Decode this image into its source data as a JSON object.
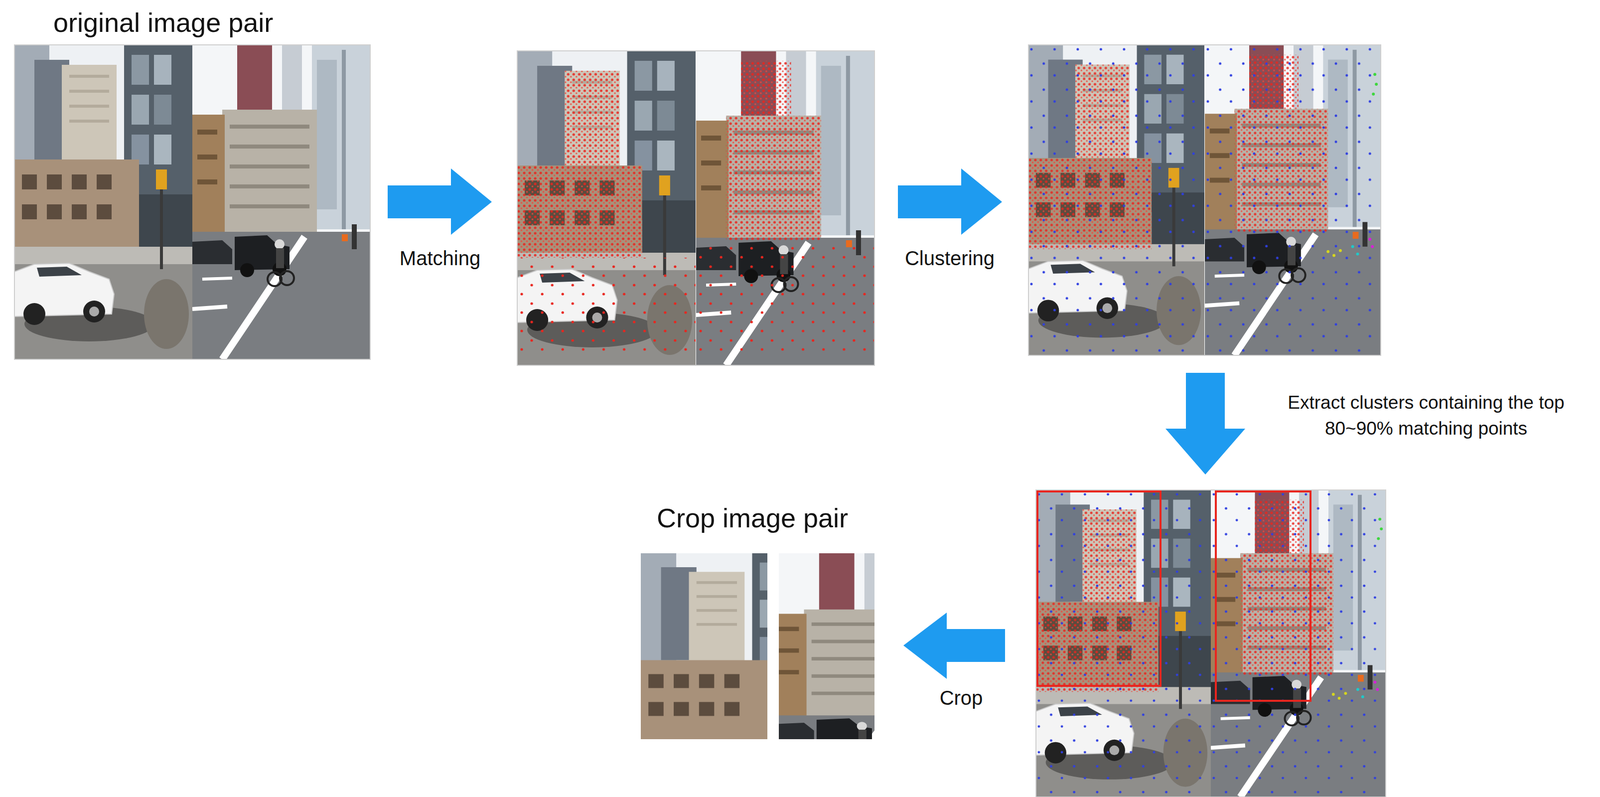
{
  "diagram": {
    "nodes": [
      {
        "text": [
          "original image pair"
        ]
      },
      {
        "text": [
          "Crop image pair"
        ]
      }
    ],
    "labels": [
      "Matching",
      "Clustering",
      "Extract clusters containing the top 80~90% matching points",
      "Crop"
    ]
  }
}
